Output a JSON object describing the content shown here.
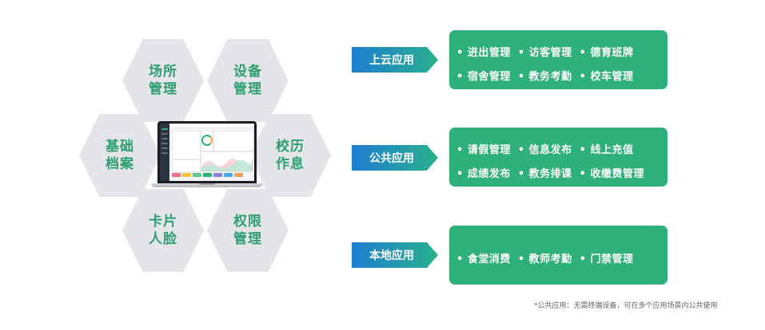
{
  "hexagons": [
    {
      "label": "场所\n管理"
    },
    {
      "label": "设备\n管理"
    },
    {
      "label": "基础\n档案"
    },
    {
      "label": "校历\n作息"
    },
    {
      "label": "卡片\n人脸"
    },
    {
      "label": "权限\n管理"
    }
  ],
  "categories": [
    {
      "label": "上云应用",
      "rows": [
        [
          "进出管理",
          "访客管理",
          "德育班牌"
        ],
        [
          "宿舍管理",
          "教务考勤",
          "校车管理"
        ]
      ]
    },
    {
      "label": "公共应用",
      "rows": [
        [
          "请假管理",
          "信息发布",
          "线上充值"
        ],
        [
          "成绩发布",
          "教务排课",
          "收缴费管理"
        ]
      ]
    },
    {
      "label": "本地应用",
      "rows": [
        [
          "食堂消费",
          "教师考勤",
          "门禁管理"
        ]
      ]
    }
  ],
  "footnote": "*公共应用：无需终端设备，可在多个应用场景内公共使用",
  "colors": {
    "accent_green": "#2eb07a",
    "hex_gray": "#e4e5e8",
    "tag_gradient_start": "#1e7ed3",
    "tag_gradient_end": "#29b08c"
  }
}
